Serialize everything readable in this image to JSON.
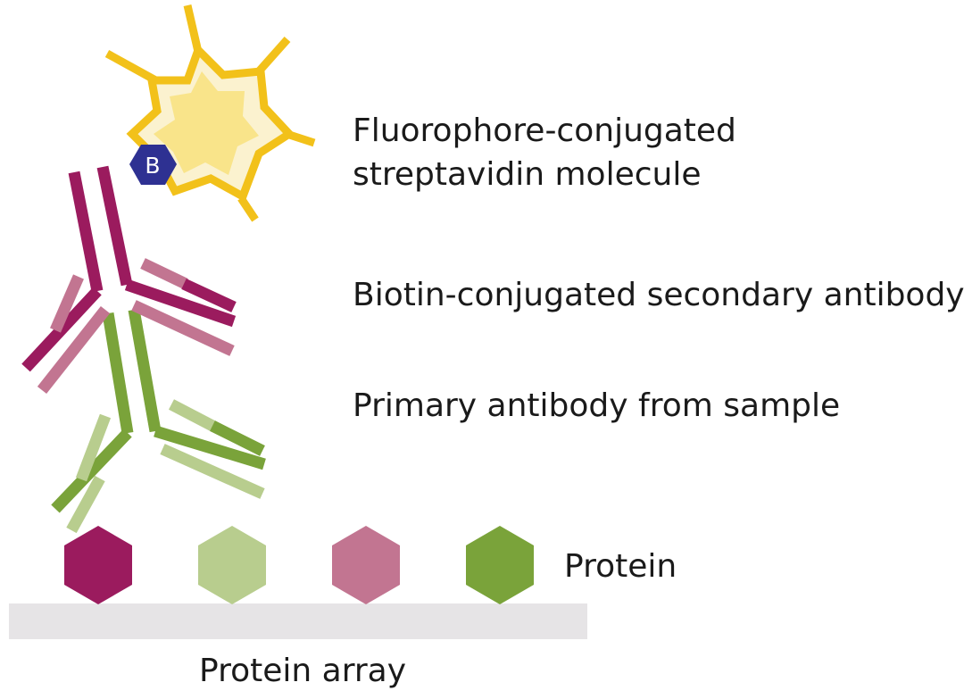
{
  "labels": {
    "streptavidin_line1": "Fluorophore-conjugated",
    "streptavidin_line2": "streptavidin molecule",
    "secondary": "Biotin-conjugated secondary antibody",
    "primary": "Primary antibody from sample",
    "protein": "Protein",
    "array": "Protein array"
  },
  "biotin_letter": "B",
  "colors": {
    "magenta": "#9b1b5e",
    "light_magenta": "#c27591",
    "green": "#7aa33a",
    "light_green": "#b8cd8e",
    "star_outline": "#f2c11a",
    "star_fill": "#f9e48a",
    "biotin": "#2e3192",
    "array": "#e6e4e6"
  },
  "proteins": [
    {
      "name": "protein-magenta",
      "color": "#9b1b5e"
    },
    {
      "name": "protein-light-green",
      "color": "#b8cd8e"
    },
    {
      "name": "protein-light-magenta",
      "color": "#c27591"
    },
    {
      "name": "protein-green",
      "color": "#7aa33a"
    }
  ]
}
